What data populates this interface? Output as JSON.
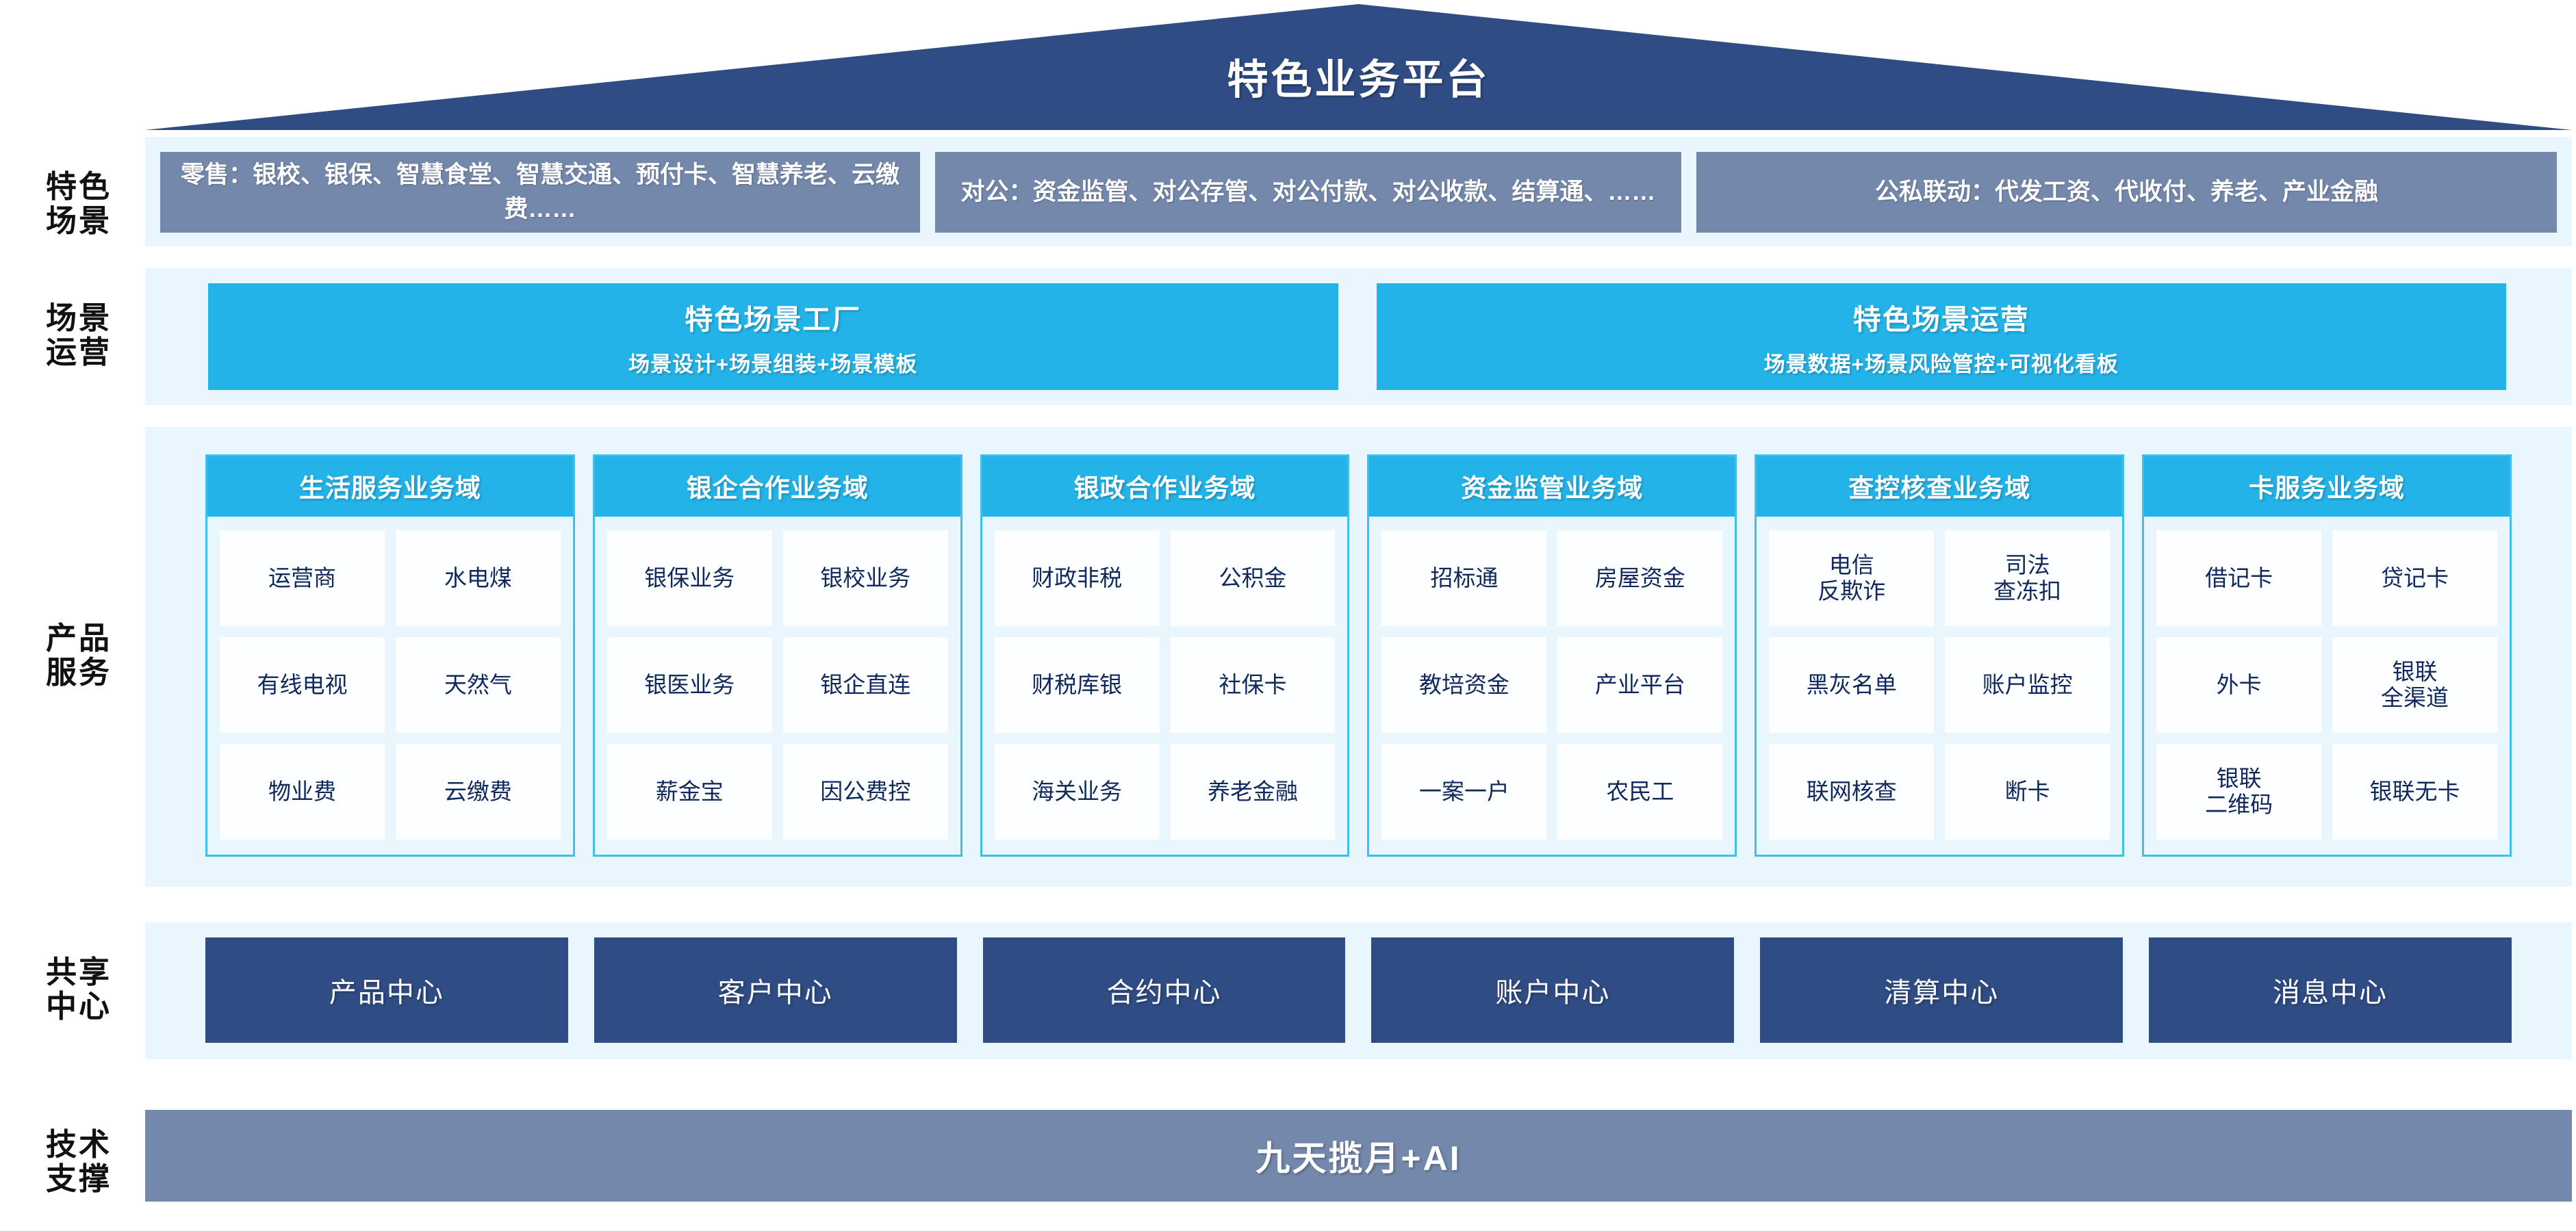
{
  "title": "特色业务平台",
  "rows": {
    "scene_label": "特色\n场景",
    "ops_label": "场景\n运营",
    "product_label": "产品\n服务",
    "shared_label": "共享\n中心",
    "tech_label": "技术\n支撑"
  },
  "colors": {
    "navy": "#2F4C84",
    "slate": "#7488AC",
    "cyan": "#23B3E8",
    "band_bg": "#E9F6FD",
    "cell_text": "#10295C",
    "cell_bg": "#FDFEFF",
    "card_border": "#3EC0E8"
  },
  "scenarios": [
    {
      "text": "零售：银校、银保、智慧食堂、智慧交通、预付卡、智慧养老、云缴费……"
    },
    {
      "text": "对公：资金监管、对公存管、对公付款、对公收款、结算通、……"
    },
    {
      "text": "公私联动：代发工资、代收付、养老、产业金融"
    }
  ],
  "operations": [
    {
      "title": "特色场景工厂",
      "subtitle": "场景设计+场景组装+场景模板"
    },
    {
      "title": "特色场景运营",
      "subtitle": "场景数据+场景风险管控+可视化看板"
    }
  ],
  "domains": [
    {
      "title": "生活服务业务域",
      "items": [
        "运营商",
        "水电煤",
        "有线电视",
        "天然气",
        "物业费",
        "云缴费"
      ]
    },
    {
      "title": "银企合作业务域",
      "items": [
        "银保业务",
        "银校业务",
        "银医业务",
        "银企直连",
        "薪金宝",
        "因公费控"
      ]
    },
    {
      "title": "银政合作业务域",
      "items": [
        "财政非税",
        "公积金",
        "财税库银",
        "社保卡",
        "海关业务",
        "养老金融"
      ]
    },
    {
      "title": "资金监管业务域",
      "items": [
        "招标通",
        "房屋资金",
        "教培资金",
        "产业平台",
        "一案一户",
        "农民工"
      ]
    },
    {
      "title": "查控核查业务域",
      "items": [
        "电信\n反欺诈",
        "司法\n查冻扣",
        "黑灰名单",
        "账户监控",
        "联网核查",
        "断卡"
      ]
    },
    {
      "title": "卡服务业务域",
      "items": [
        "借记卡",
        "贷记卡",
        "外卡",
        "银联\n全渠道",
        "银联\n二维码",
        "银联无卡"
      ]
    }
  ],
  "shared_centers": [
    "产品中心",
    "客户中心",
    "合约中心",
    "账户中心",
    "清算中心",
    "消息中心"
  ],
  "tech_support": "九天揽月+AI"
}
